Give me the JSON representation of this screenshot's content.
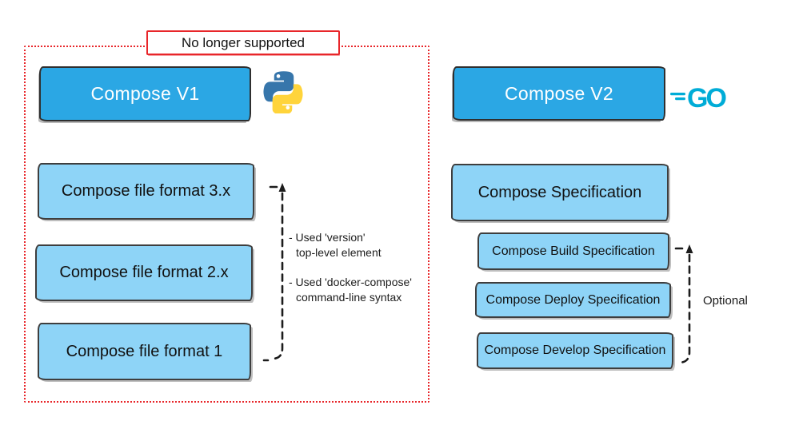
{
  "banner": {
    "label": "No longer supported"
  },
  "left_column": {
    "header": {
      "label": "Compose V1"
    },
    "format_boxes": [
      "Compose file format 3.x",
      "Compose file format 2.x",
      "Compose file format 1"
    ],
    "notes": [
      {
        "line1": "- Used 'version'",
        "line2": "top-level element"
      },
      {
        "line1": "- Used 'docker-compose'",
        "line2": "command-line syntax"
      }
    ]
  },
  "right_column": {
    "header": {
      "label": "Compose V2"
    },
    "go_icon": {
      "label": "GO"
    },
    "spec_box": {
      "label": "Compose Specification"
    },
    "sub_boxes": [
      "Compose Build Specification",
      "Compose Deploy Specification",
      "Compose Develop Specification"
    ],
    "bracket_label": "Optional"
  },
  "colors": {
    "header_blue": "#2BA7E4",
    "box_light_blue": "#8ED4F7",
    "alert_red": "#E8262A",
    "go_cyan": "#00ACD7",
    "python_blue": "#3776AB",
    "python_yellow": "#FFD43B",
    "stroke_dark": "#3E3E3E"
  }
}
